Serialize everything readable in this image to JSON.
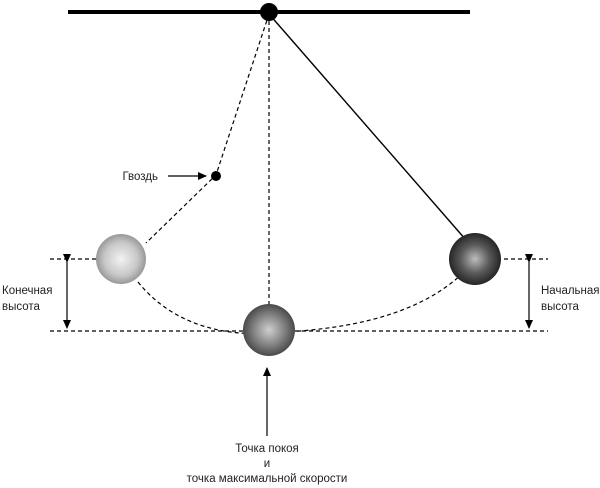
{
  "labels": {
    "nail": "Гвоздь",
    "final_height_line1": "Конечная",
    "final_height_line2": "высота",
    "initial_height_line1": "Начальная",
    "initial_height_line2": "высота",
    "rest_point_line1": "Точка покоя",
    "rest_point_line2": "и",
    "rest_point_line3": "точка максимальной скорости"
  },
  "colors": {
    "line": "#000000",
    "text": "#222222",
    "ball_light": "#f2f2f2",
    "ball_light_edge": "#8a8a8a",
    "ball_mid_center": "#cfcfcf",
    "ball_mid_edge": "#3c3c3c",
    "ball_dark_center": "#bdbdbd",
    "ball_dark_edge": "#1a1a1a"
  }
}
